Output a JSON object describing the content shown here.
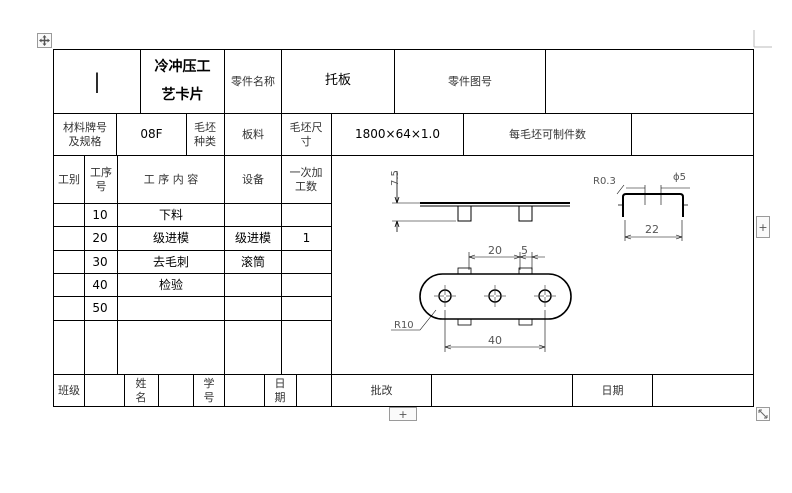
{
  "header": {
    "logo_mark": "|",
    "card_title_line1": "冷冲压工",
    "card_title_line2": "艺卡片",
    "part_name_label": "零件名称",
    "part_name_value": "托板",
    "part_drawing_no_label": "零件图号",
    "part_drawing_no_value": ""
  },
  "material": {
    "grade_label": "材料牌号及规格",
    "grade_value": "08F",
    "blank_type_label": "毛坯种类",
    "blank_type_value": "板料",
    "blank_size_label": "毛坯尺寸",
    "blank_size_value": "1800×64×1.0",
    "pieces_per_blank_label": "每毛坯可制件数",
    "pieces_per_blank_value": ""
  },
  "process_table": {
    "col_work_area": "工别",
    "col_step_no": "工序号",
    "col_content": "工 序 内 容",
    "col_equipment": "设备",
    "col_parts_per_stroke": "一次加工数",
    "rows": [
      {
        "step": "10",
        "content": "下料",
        "equipment": "",
        "count": ""
      },
      {
        "step": "20",
        "content": "级进模",
        "equipment": "级进模",
        "count": "1"
      },
      {
        "step": "30",
        "content": "去毛刺",
        "equipment": "滚筒",
        "count": ""
      },
      {
        "step": "40",
        "content": "检验",
        "equipment": "",
        "count": ""
      },
      {
        "step": "50",
        "content": "",
        "equipment": "",
        "count": ""
      }
    ]
  },
  "drawing": {
    "dim_height": "7.5",
    "dim_radius_small": "R0.3",
    "dim_hole_dia": "ϕ5",
    "dim_inner_width": "22",
    "dim_pitch": "20",
    "dim_slot": "5",
    "dim_end_radius": "R10",
    "dim_hole_span": "40"
  },
  "footer": {
    "class_label": "班级",
    "name_label": "姓名",
    "student_no_label": "学号",
    "date_label": "日期",
    "grade_label": "批改",
    "date2_label": "日期"
  },
  "editor": {
    "move_handle_icon": "move-arrows-icon",
    "add_icon": "+"
  }
}
